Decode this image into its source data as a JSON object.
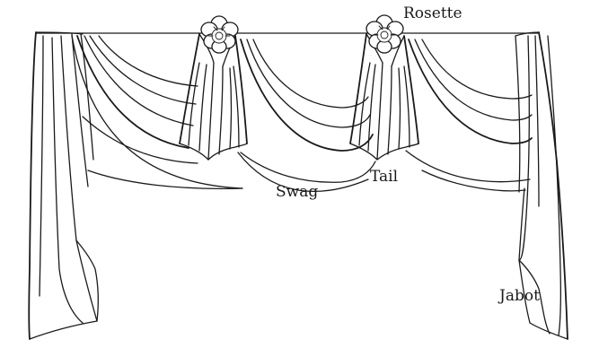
{
  "diagram": {
    "labels": {
      "rosette": "Rosette",
      "tail": "Tail",
      "swag": "Swag",
      "jabot": "Jabot"
    },
    "line_color": "#1a1a1a",
    "background_color": "#ffffff"
  }
}
